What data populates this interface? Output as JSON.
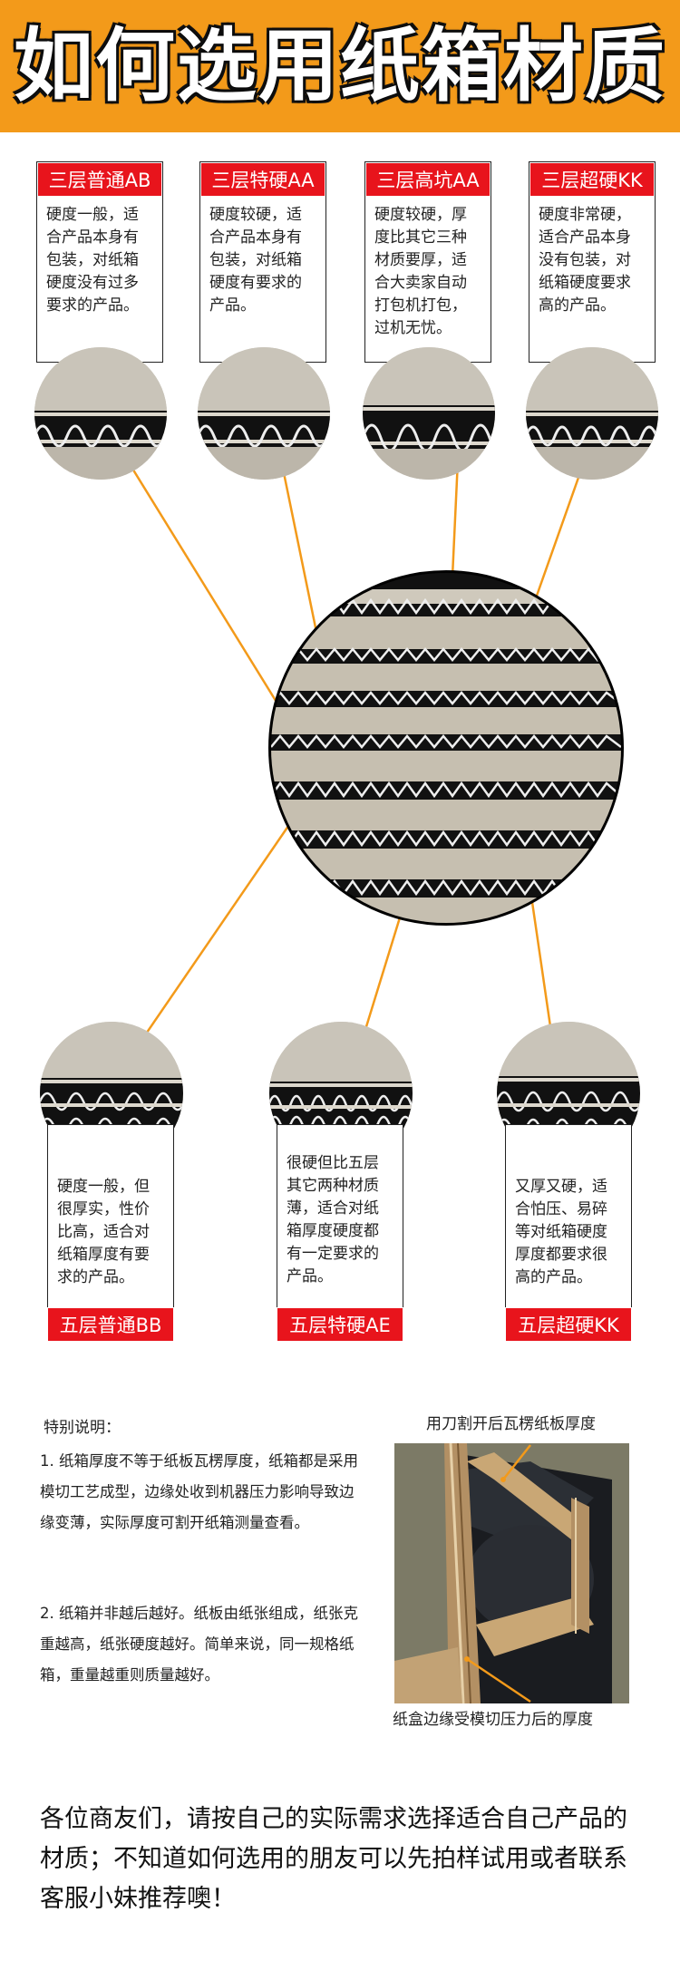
{
  "header": {
    "title": "如何选用纸箱材质"
  },
  "top_cards": [
    {
      "title": "三层普通AB",
      "desc": "硬度一般，适合产品本身有包装，对纸箱硬度没有过多要求的产品。"
    },
    {
      "title": "三层特硬AA",
      "desc": "硬度较硬，适合产品本身有包装，对纸箱硬度有要求的产品。"
    },
    {
      "title": "三层高坑AA",
      "desc": "硬度较硬，厚度比其它三种材质要厚，适合大卖家自动打包机打包，过机无忧。"
    },
    {
      "title": "三层超硬KK",
      "desc": "硬度非常硬，适合产品本身没有包装，对纸箱硬度要求高的产品。"
    }
  ],
  "bottom_cards": [
    {
      "title": "五层普通BB",
      "desc": "硬度一般，但很厚实，性价比高，适合对纸箱厚度有要求的产品。"
    },
    {
      "title": "五层特硬AE",
      "desc": "很硬但比五层其它两种材质薄，适合对纸箱厚度硬度都有一定要求的产品。"
    },
    {
      "title": "五层超硬KK",
      "desc": "又厚又硬，适合怕压、易碎等对纸箱硬度厚度都要求很高的产品。"
    }
  ],
  "notes": {
    "title": "特别说明：",
    "items": [
      "1. 纸箱厚度不等于纸板瓦楞厚度，纸箱都是采用模切工艺成型，边缘处收到机器压力影响导致边缘变薄，实际厚度可割开纸箱测量查看。",
      "2. 纸箱并非越后越好。纸板由纸张组成，纸张克重越高，纸张硬度越好。简单来说，同一规格纸箱，重量越重则质量越好。"
    ]
  },
  "photo": {
    "caption_top": "用刀割开后瓦楞纸板厚度",
    "caption_bottom": "纸盒边缘受模切压力后的厚度"
  },
  "footer": {
    "text": "各位商友们，请按自己的实际需求选择适合自己产品的材质；不知道如何选用的朋友可以先拍样试用或者联系客服小妹推荐噢！"
  },
  "colors": {
    "banner": "#f39a1a",
    "card_title_bg": "#e8141c",
    "connector": "#f39a1a"
  }
}
